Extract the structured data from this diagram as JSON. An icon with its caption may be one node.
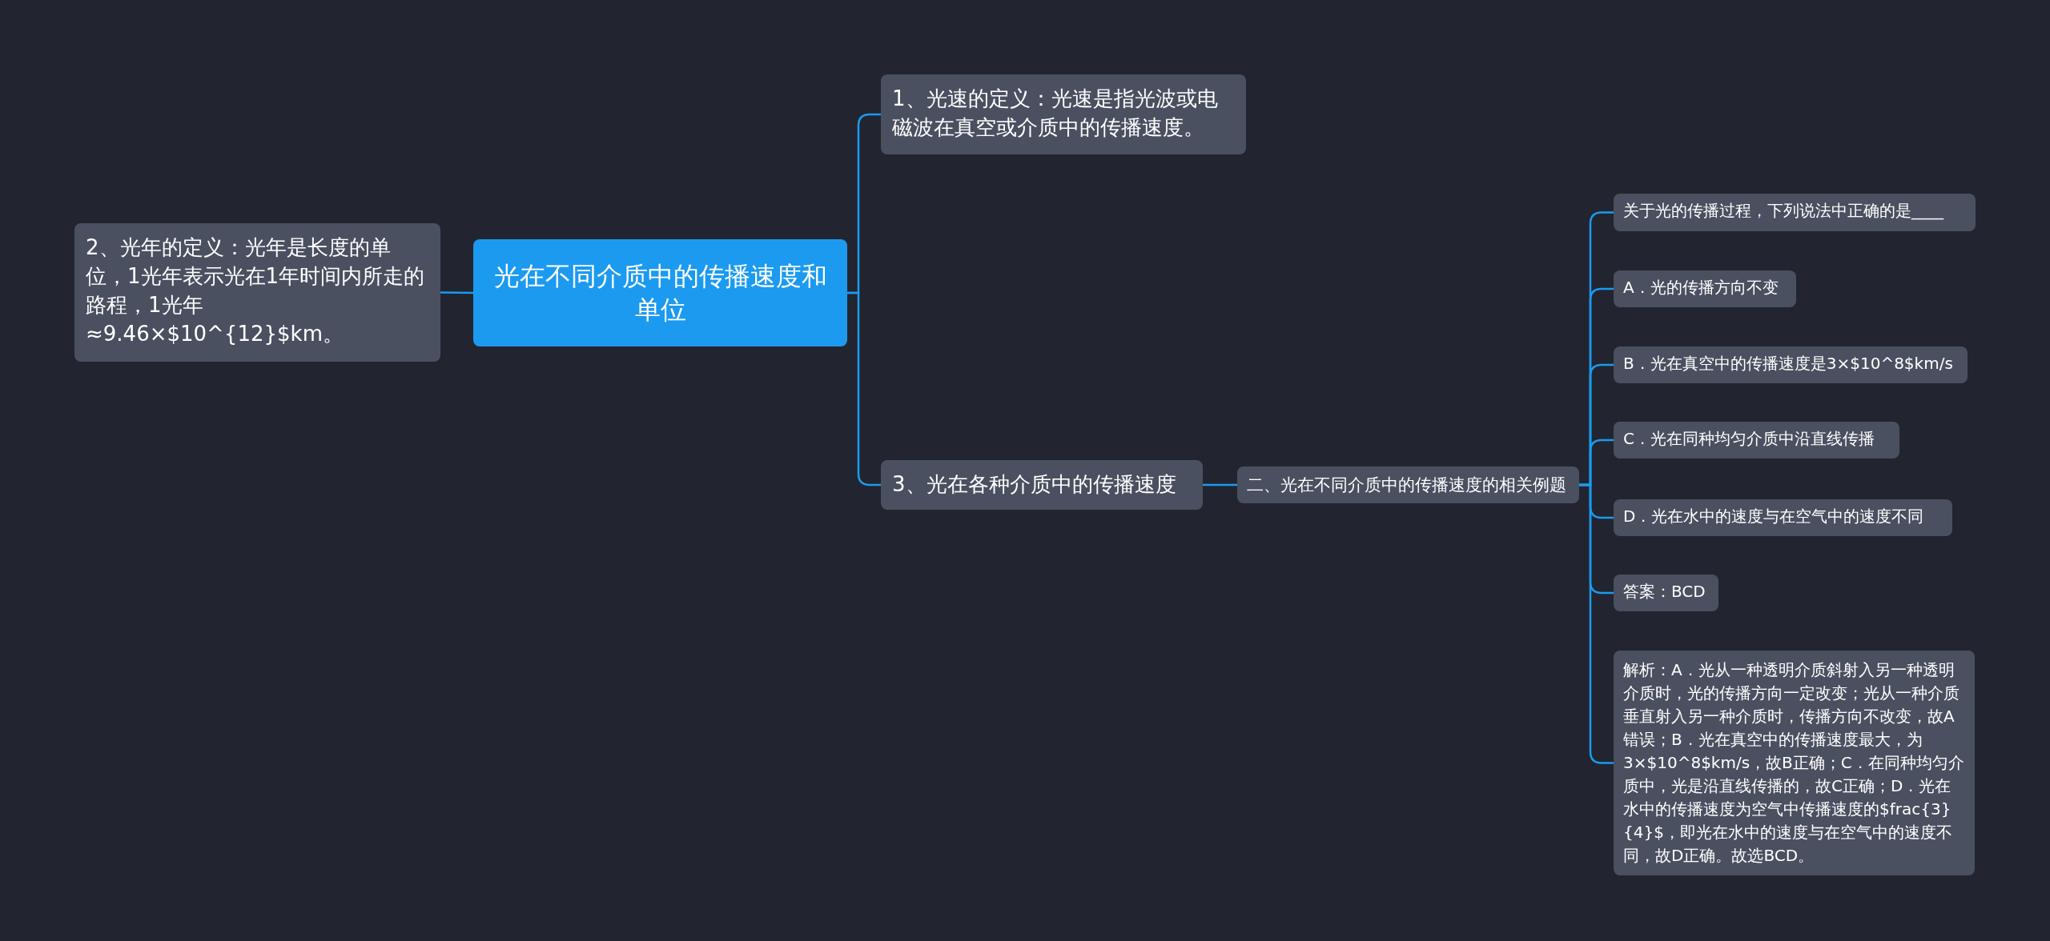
{
  "diagram": {
    "nodes": [
      {
        "text": [
          "光在不同介质中的传播速度和单位"
        ]
      },
      {
        "text": [
          "2、光年的定义：光年是长度的单位，1光年表示光在1年时间内所走的路程，1光年≈9.46×$10^{12}$km。"
        ]
      },
      {
        "text": [
          "1、光速的定义：光速是指光波或电磁波在真空或介质中的传播速度。"
        ]
      },
      {
        "text": [
          "3、光在各种介质中的传播速度"
        ]
      },
      {
        "text": [
          "二、光在不同介质中的传播速度的相关例题"
        ]
      },
      {
        "text": [
          "关于光的传播过程，下列说法中正确的是____"
        ]
      },
      {
        "text": [
          "A．光的传播方向不变"
        ]
      },
      {
        "text": [
          "B．光在真空中的传播速度是3×$10^8$km/s"
        ]
      },
      {
        "text": [
          "C．光在同种均匀介质中沿直线传播"
        ]
      },
      {
        "text": [
          "D．光在水中的速度与在空气中的速度不同"
        ]
      },
      {
        "text": [
          "答案：BCD"
        ]
      },
      {
        "text": [
          "解析：A．光从一种透明介质斜射入另一种透明介质时，光的传播方向一定改变；光从一种介质垂直射入另一种介质时，传播方向不改变，故A错误；B．光在真空中的传播速度最大，为3×$10^8$km/s，故B正确；C．在同种均匀介质中，光是沿直线传播的，故C正确；D．光在水中的传播速度为空气中传播速度的$frac{3}{4}$，即光在水中的速度与在空气中的速度不同，故D正确。故选BCD。"
        ]
      }
    ],
    "edges": [
      {
        "from": 0,
        "to": 1,
        "arrow": "none"
      },
      {
        "from": 0,
        "to": 2,
        "arrow": "none"
      },
      {
        "from": 0,
        "to": 3,
        "arrow": "none"
      },
      {
        "from": 3,
        "to": 4,
        "arrow": "none"
      },
      {
        "from": 4,
        "to": 5,
        "arrow": "none"
      },
      {
        "from": 4,
        "to": 6,
        "arrow": "none"
      },
      {
        "from": 4,
        "to": 7,
        "arrow": "none"
      },
      {
        "from": 4,
        "to": 8,
        "arrow": "none"
      },
      {
        "from": 4,
        "to": 9,
        "arrow": "none"
      },
      {
        "from": 4,
        "to": 10,
        "arrow": "none"
      },
      {
        "from": 4,
        "to": 11,
        "arrow": "none"
      }
    ]
  }
}
